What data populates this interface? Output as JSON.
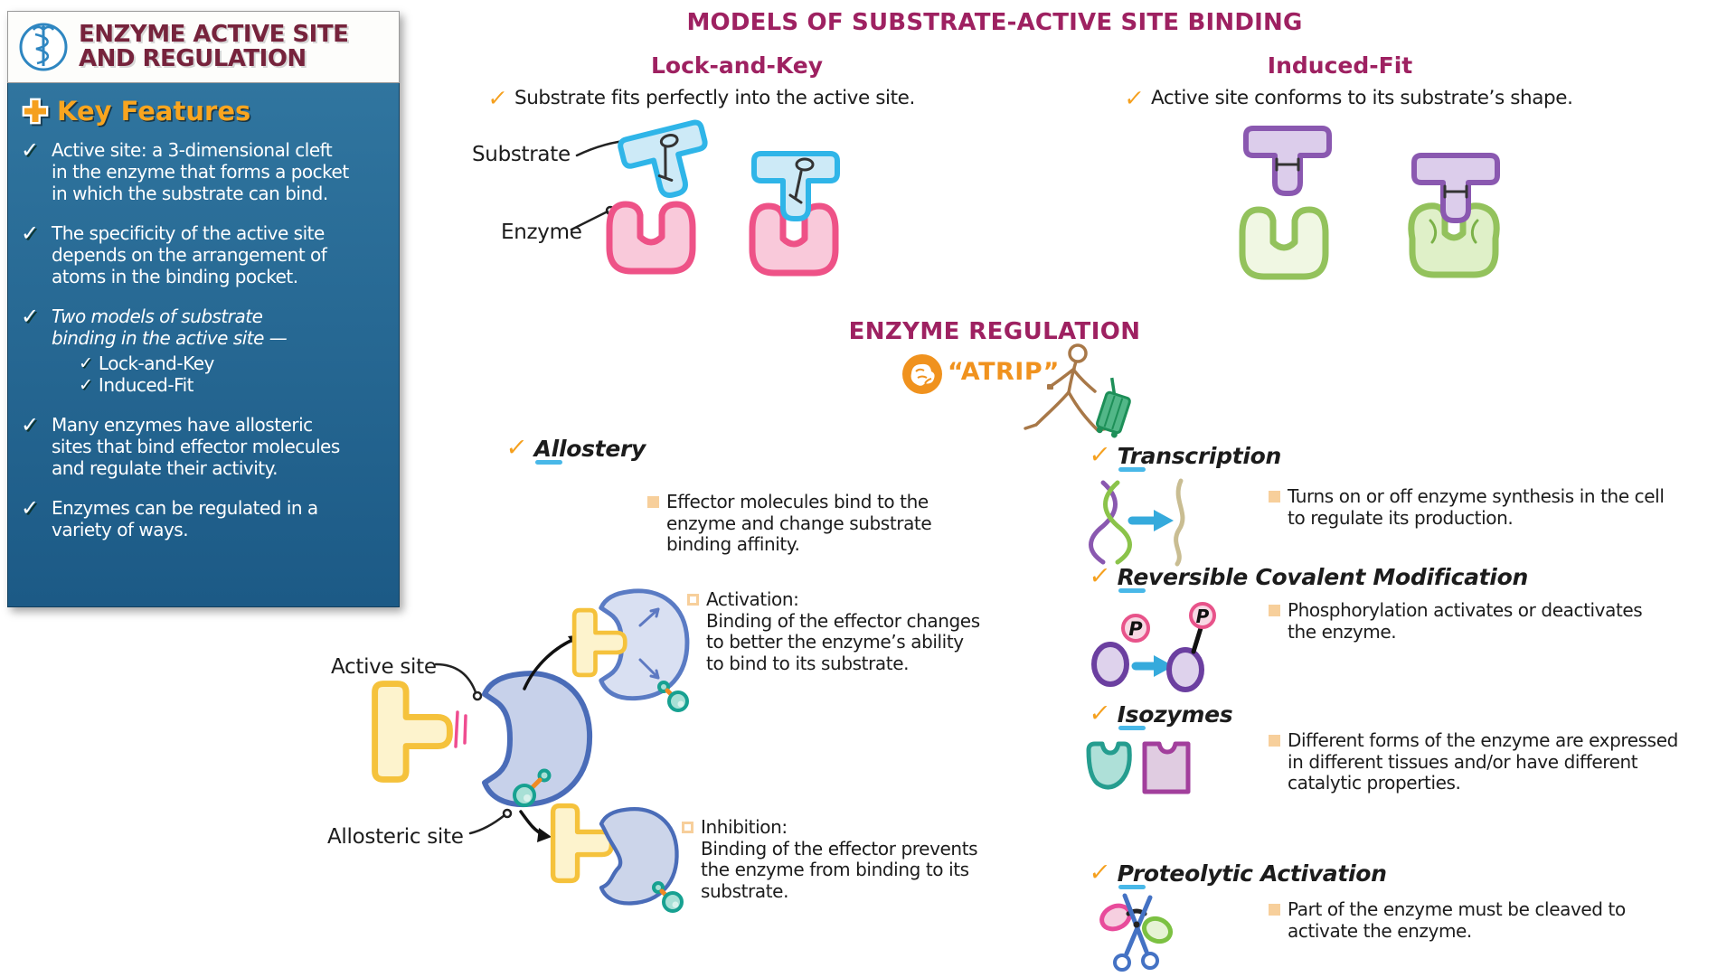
{
  "palette": {
    "heading_magenta": "#9e2161",
    "title_maroon": "#76233c",
    "sidebar_blue": "#266994",
    "accent_orange": "#f5a01e",
    "bullet_tan": "#f7cf9b",
    "underline_teal": "#49b8e8",
    "text_black": "#1c1c1c"
  },
  "icons": {
    "check": "✓"
  },
  "sidebar": {
    "title": "ENZYME ACTIVE SITE\nAND REGULATION",
    "section": {
      "label": "Key Features"
    },
    "items": [
      {
        "text": "Active site: a 3-dimensional cleft\nin the enzyme that forms a pocket\nin which the substrate can bind."
      },
      {
        "text": "The specificity of the active site\ndepends on the arrangement of\natoms in the binding pocket."
      },
      {
        "text": "Two models of substrate\nbinding in the active site —",
        "subitems": [
          "Lock-and-Key",
          "Induced-Fit"
        ]
      },
      {
        "text": "Many enzymes have allosteric\nsites that bind effector molecules\nand regulate their activity."
      },
      {
        "text": "Enzymes can be regulated in a\nvariety of ways."
      }
    ]
  },
  "binding_models": {
    "title": "MODELS OF SUBSTRATE-ACTIVE SITE BINDING",
    "lock_and_key": {
      "heading": "Lock-and-Key",
      "point": "Substrate fits perfectly into the active site.",
      "substrate_label": "Substrate",
      "enzyme_label": "Enzyme"
    },
    "induced_fit": {
      "heading": "Induced-Fit",
      "point": "Active site conforms to its substrate’s shape."
    }
  },
  "regulation": {
    "title": "ENZYME REGULATION",
    "mnemonic": "“ATRIP”",
    "allostery": {
      "heading": "Allostery",
      "point": "Effector molecules bind to the\nenzyme and change substrate\nbinding affinity.",
      "active_site_label": "Active site",
      "allosteric_site_label": "Allosteric site",
      "activation": "Activation:\nBinding of the effector changes\nto better the enzyme’s ability\nto bind to its substrate.",
      "inhibition": "Inhibition:\nBinding of the effector prevents\nthe enzyme from binding to its\nsubstrate."
    },
    "sections": [
      {
        "heading": "Transcription",
        "point": "Turns on or off enzyme synthesis in the cell\nto regulate its production."
      },
      {
        "heading": "Reversible Covalent Modification",
        "point": "Phosphorylation activates or deactivates\nthe enzyme."
      },
      {
        "heading": "Isozymes",
        "point": "Different forms of the enzyme are expressed\nin different tissues and/or have different\ncatalytic properties."
      },
      {
        "heading": "Proteolytic Activation",
        "point": "Part of the enzyme must be cleaved to\nactivate the enzyme."
      }
    ],
    "phosphorus_label": "P"
  }
}
